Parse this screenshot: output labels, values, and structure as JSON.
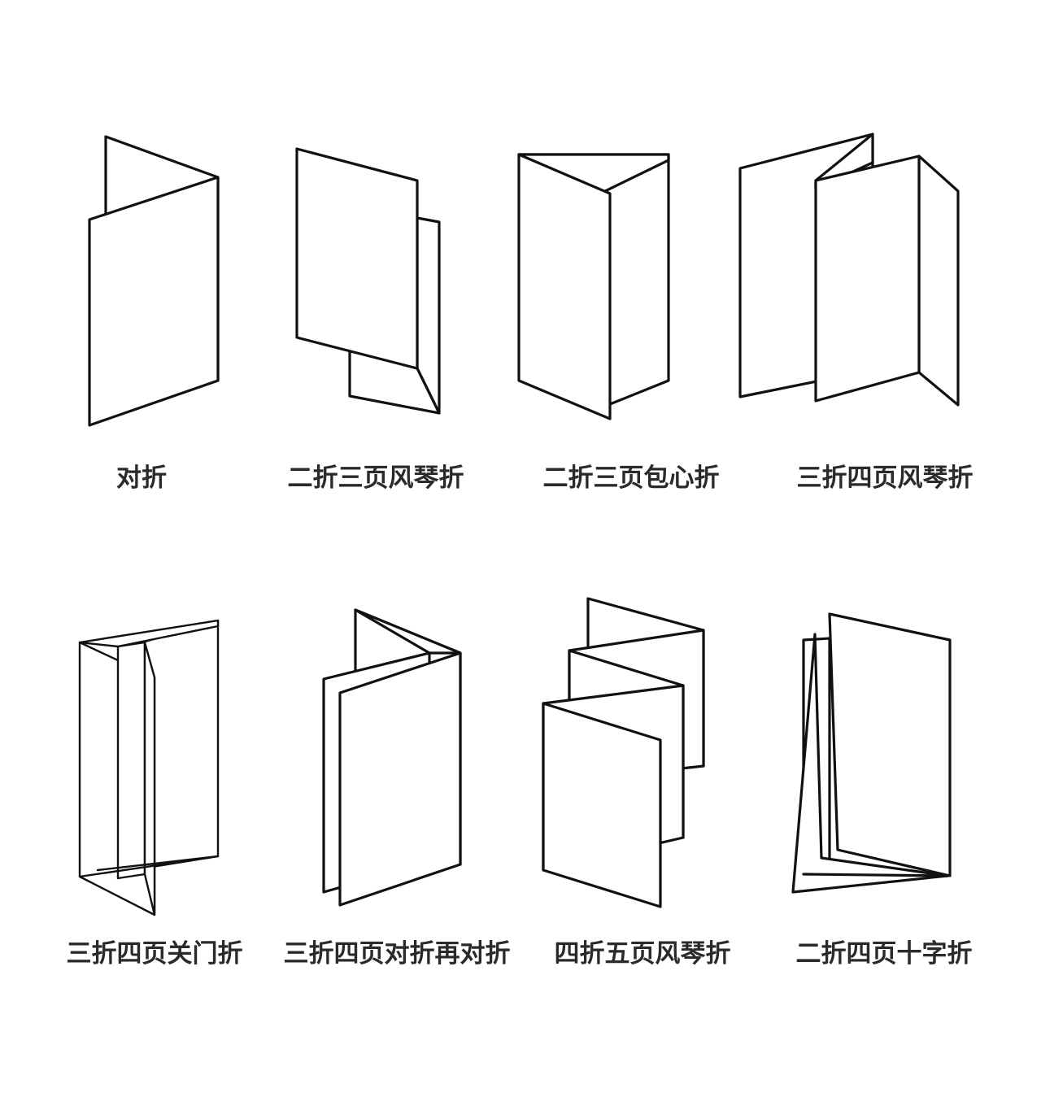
{
  "folds": [
    {
      "id": "bifold",
      "label": "对折"
    },
    {
      "id": "accordion-3",
      "label": "二折三页风琴折"
    },
    {
      "id": "letter-fold",
      "label": "二折三页包心折"
    },
    {
      "id": "accordion-4",
      "label": "三折四页风琴折"
    },
    {
      "id": "gate-fold",
      "label": "三折四页关门折"
    },
    {
      "id": "double-parallel",
      "label": "三折四页对折再对折"
    },
    {
      "id": "accordion-5",
      "label": "四折五页风琴折"
    },
    {
      "id": "cross-fold",
      "label": "二折四页十字折"
    }
  ],
  "colors": {
    "line": "#111111",
    "label": "#2a2a2a",
    "background": "#ffffff"
  }
}
